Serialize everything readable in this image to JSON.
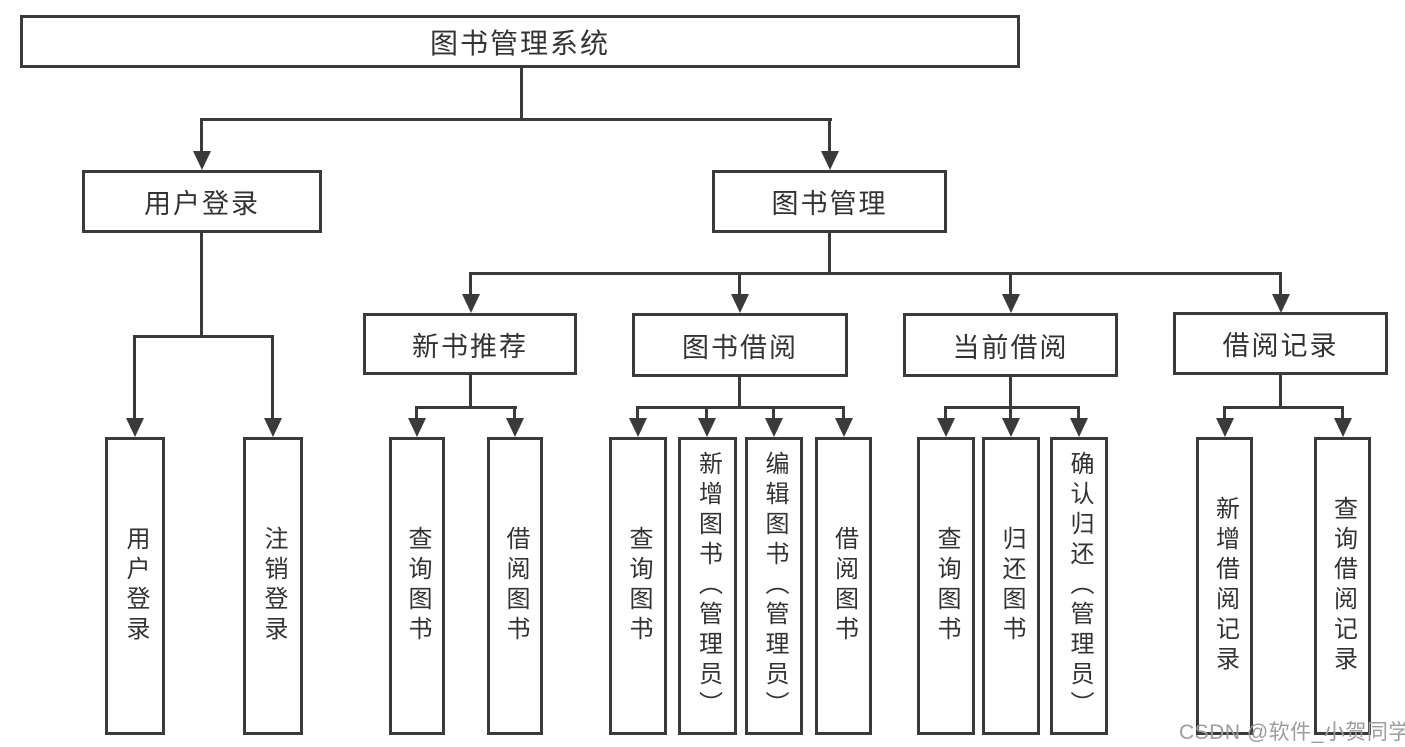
{
  "diagram": {
    "tree": {
      "root": {
        "label": "图书管理系统"
      },
      "branches": [
        {
          "label": "用户登录",
          "children": [
            {
              "label": "用户登录"
            },
            {
              "label": "注销登录"
            }
          ]
        },
        {
          "label": "图书管理",
          "children": [
            {
              "label": "新书推荐",
              "children": [
                {
                  "label": "查询图书"
                },
                {
                  "label": "借阅图书"
                }
              ]
            },
            {
              "label": "图书借阅",
              "children": [
                {
                  "label": "查询图书"
                },
                {
                  "label": "新增图书（管理员）"
                },
                {
                  "label": "编辑图书（管理员）"
                },
                {
                  "label": "借阅图书"
                }
              ]
            },
            {
              "label": "当前借阅",
              "children": [
                {
                  "label": "查询图书"
                },
                {
                  "label": "归还图书"
                },
                {
                  "label": "确认归还（管理员）"
                }
              ]
            },
            {
              "label": "借阅记录",
              "children": [
                {
                  "label": "新增借阅记录"
                },
                {
                  "label": "查询借阅记录"
                }
              ]
            }
          ]
        }
      ]
    },
    "colors": {
      "line": "#3a3a3a",
      "box_border": "#3a3a3a",
      "text": "#333333",
      "watermark": "#9c9c9c",
      "background": "#ffffff"
    }
  },
  "watermark": {
    "text": "CSDN @软件_小贺同学"
  }
}
